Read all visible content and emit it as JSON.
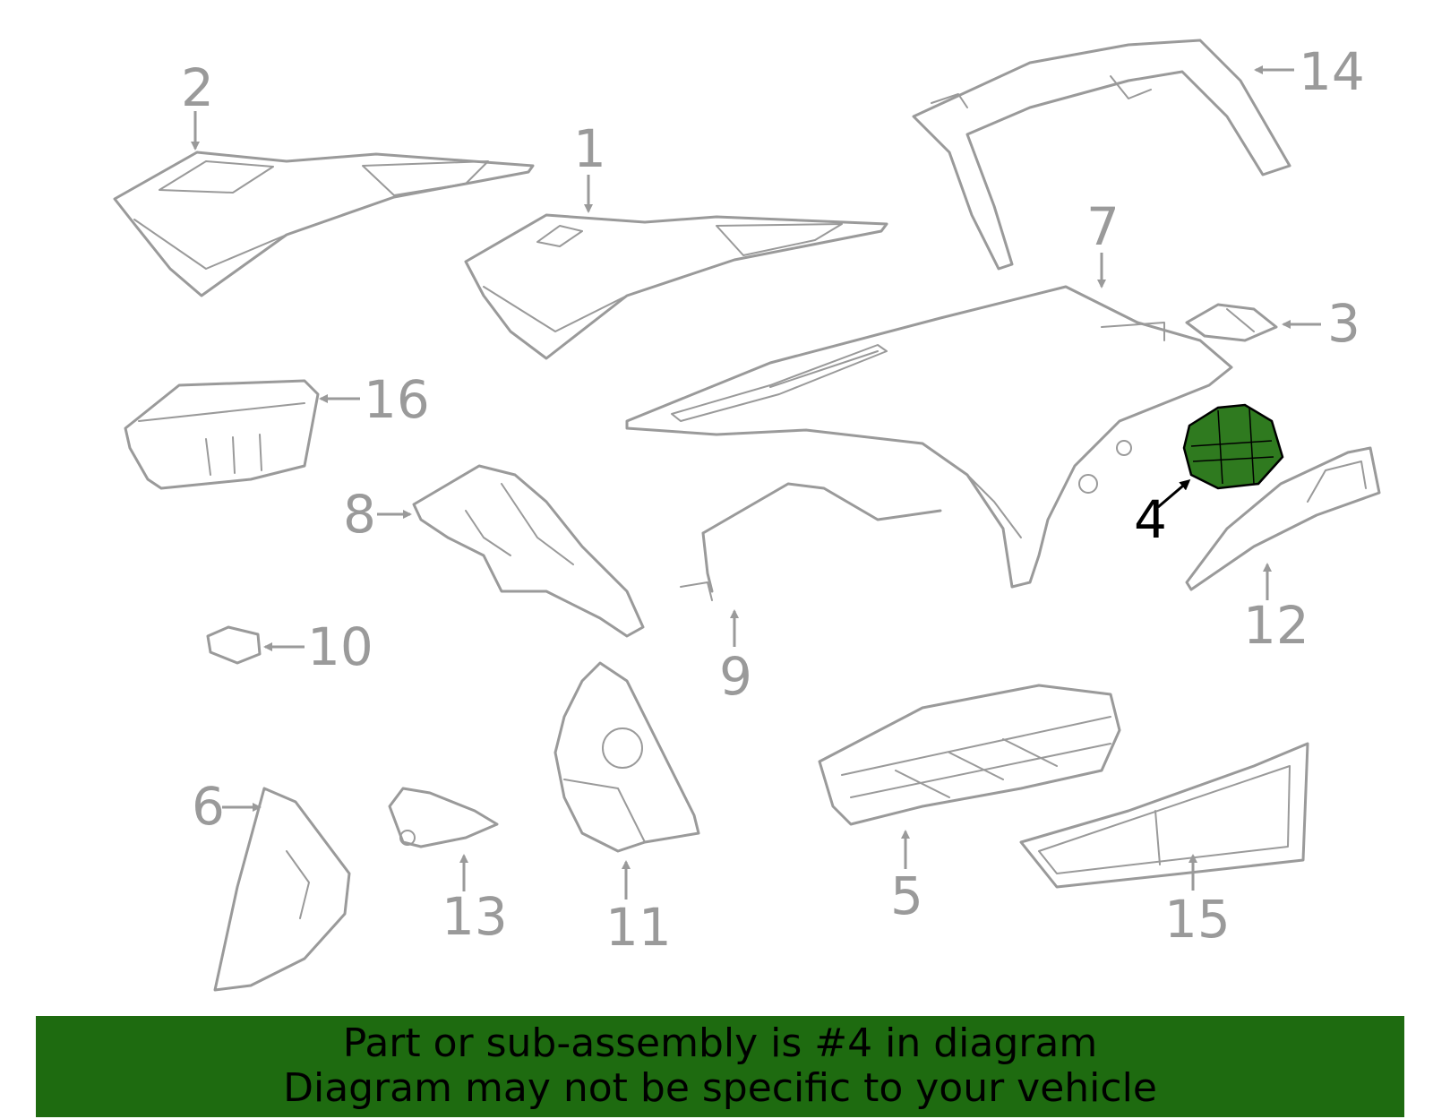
{
  "callouts": [
    {
      "num": "1",
      "highlighted": false
    },
    {
      "num": "2",
      "highlighted": false
    },
    {
      "num": "3",
      "highlighted": false
    },
    {
      "num": "4",
      "highlighted": true
    },
    {
      "num": "5",
      "highlighted": false
    },
    {
      "num": "6",
      "highlighted": false
    },
    {
      "num": "7",
      "highlighted": false
    },
    {
      "num": "8",
      "highlighted": false
    },
    {
      "num": "9",
      "highlighted": false
    },
    {
      "num": "10",
      "highlighted": false
    },
    {
      "num": "11",
      "highlighted": false
    },
    {
      "num": "12",
      "highlighted": false
    },
    {
      "num": "13",
      "highlighted": false
    },
    {
      "num": "14",
      "highlighted": false
    },
    {
      "num": "15",
      "highlighted": false
    },
    {
      "num": "16",
      "highlighted": false
    }
  ],
  "banner": {
    "line1": "Part or sub-assembly is #4 in diagram",
    "line2": "Diagram may not be specific to your vehicle"
  },
  "colors": {
    "banner_bg": "#1e6b10",
    "highlight_part": "#2f7a1f",
    "part_stroke": "#9a9a9a"
  }
}
